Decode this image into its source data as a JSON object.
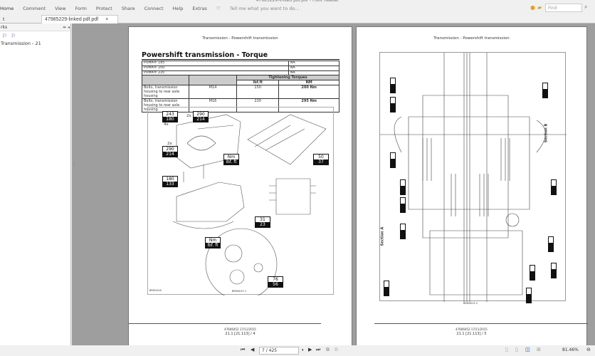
{
  "window": {
    "title": "47985229-linked pdf.pdf - Foxit Reader"
  },
  "menu": [
    "Home",
    "Comment",
    "View",
    "Form",
    "Protect",
    "Share",
    "Connect",
    "Help",
    "Extras"
  ],
  "tell_me": "Tell me what you want to do...",
  "find_placeholder": "Find",
  "tabs": {
    "left_partial": "t",
    "document": "47985229-linked pdf.pdf",
    "close": "×"
  },
  "bookmarks": {
    "header": "rks",
    "item": "Transmission - 21"
  },
  "page4": {
    "header": "Transmission - Powershift transmission",
    "title": "Powershift transmission - Torque",
    "models": [
      [
        "PUMA® 185",
        "NA"
      ],
      [
        "PUMA® 200",
        "NA"
      ],
      [
        "PUMA® 220",
        "NA"
      ]
    ],
    "table": {
      "group_header": "Tightening Torques",
      "col_lbf": "lbf.ft",
      "col_nm": "NM",
      "rows": [
        {
          "desc": "Bolts, transmission housing to rear axle housing",
          "size": "M14",
          "lbf": "150",
          "nm": "200 Nm"
        },
        {
          "desc": "Bolts, transmission housing to rear axle housing",
          "size": "M16",
          "lbf": "220",
          "nm": "295 Nm"
        }
      ]
    },
    "figure": {
      "torques": [
        [
          "243",
          "180"
        ],
        [
          "290",
          "214"
        ],
        [
          "290",
          "214"
        ],
        [
          "50",
          "37"
        ],
        [
          "180",
          "133"
        ],
        [
          "31",
          "23"
        ],
        [
          "76",
          "56"
        ]
      ],
      "units": [
        "Nm",
        "lbf. ft"
      ],
      "qty": [
        "4x",
        "2x",
        "2x"
      ],
      "fig_code": "BRM1018",
      "caption": "BRM4015     1"
    },
    "footer_code": "47606452 17/11/2015",
    "footer_page": "21.1 [21.113] / 4"
  },
  "page5": {
    "header": "Transmission - Powershift transmission",
    "section_b": "Section B",
    "section_a": "Section A",
    "caption": "BRM4015     2",
    "footer_code": "47606452 17/11/2015",
    "footer_page": "21.1 [21.113] / 5"
  },
  "status": {
    "page": "7 / 425",
    "zoom": "81.46%"
  }
}
